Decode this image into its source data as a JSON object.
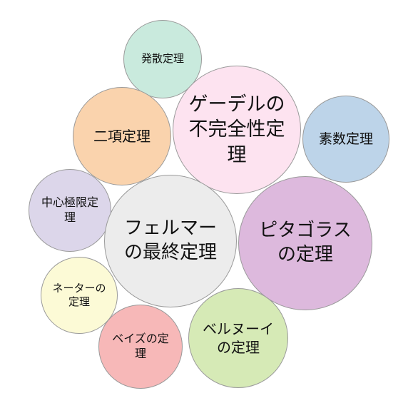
{
  "bubbles": [
    {
      "id": "hassan",
      "lines": [
        "発散定理"
      ],
      "color": "#c9eadd"
    },
    {
      "id": "goedel",
      "lines": [
        "ゲーデルの",
        "不完全性定",
        "理"
      ],
      "color": "#fde3f0"
    },
    {
      "id": "nikou",
      "lines": [
        "二項定理"
      ],
      "color": "#fad3ad"
    },
    {
      "id": "sosu",
      "lines": [
        "素数定理"
      ],
      "color": "#bdd4e9"
    },
    {
      "id": "chushin",
      "lines": [
        "中心極限定",
        "理"
      ],
      "color": "#dcd6ea"
    },
    {
      "id": "fermat",
      "lines": [
        "フェルマー",
        "の最終定理"
      ],
      "color": "#ececec"
    },
    {
      "id": "pythag",
      "lines": [
        "ピタゴラス",
        "の定理"
      ],
      "color": "#ddb9dd"
    },
    {
      "id": "noether",
      "lines": [
        "ネーターの",
        "定理"
      ],
      "color": "#fcfad6"
    },
    {
      "id": "bernoulli",
      "lines": [
        "ベルヌーイ",
        "の定理"
      ],
      "color": "#d6eab6"
    },
    {
      "id": "bayes",
      "lines": [
        "ベイズの定",
        "理"
      ],
      "color": "#f7b8b8"
    }
  ]
}
